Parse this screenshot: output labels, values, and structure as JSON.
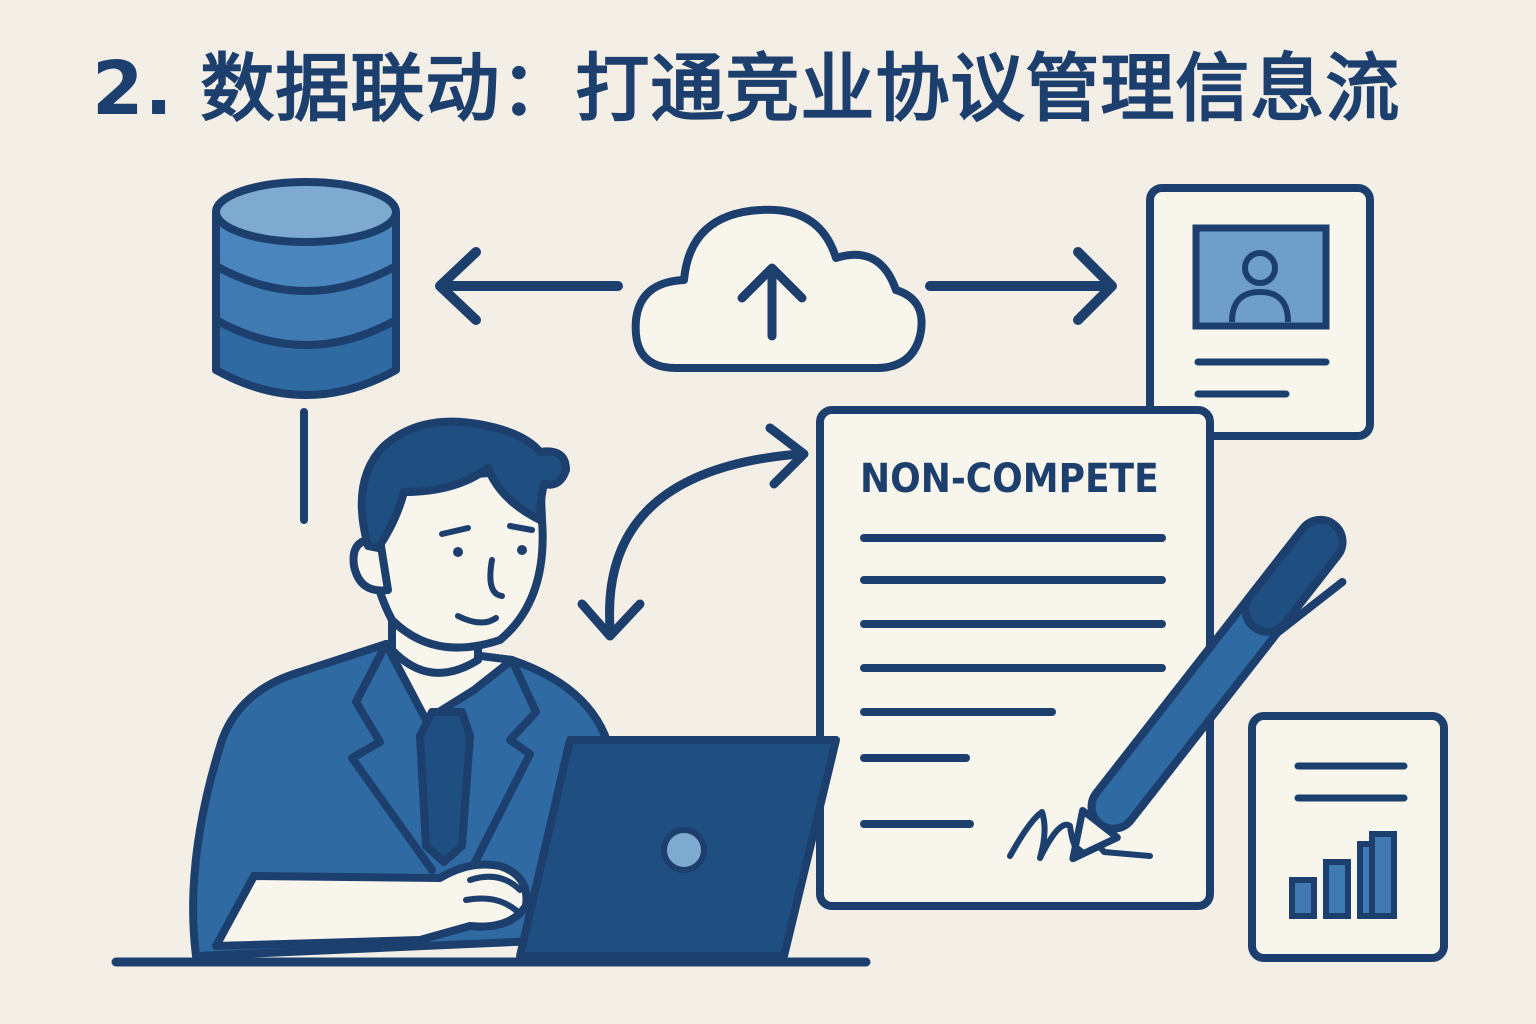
{
  "title": "2. 数据联动：打通竞业协议管理信息流",
  "document": {
    "heading": "NON-COMPETE"
  },
  "icons": {
    "database": "database-icon",
    "cloud": "cloud-upload-icon",
    "profile": "profile-card-icon",
    "contract": "contract-document-icon",
    "pen": "pen-icon",
    "report": "bar-chart-report-icon",
    "person": "businessman-illustration",
    "laptop": "laptop-icon"
  },
  "colors": {
    "background": "#f3efe6",
    "outline": "#1c3f6e",
    "primary_blue": "#2f6aa3",
    "light_blue": "#6f9fc8",
    "paper": "#f8f5ec"
  }
}
